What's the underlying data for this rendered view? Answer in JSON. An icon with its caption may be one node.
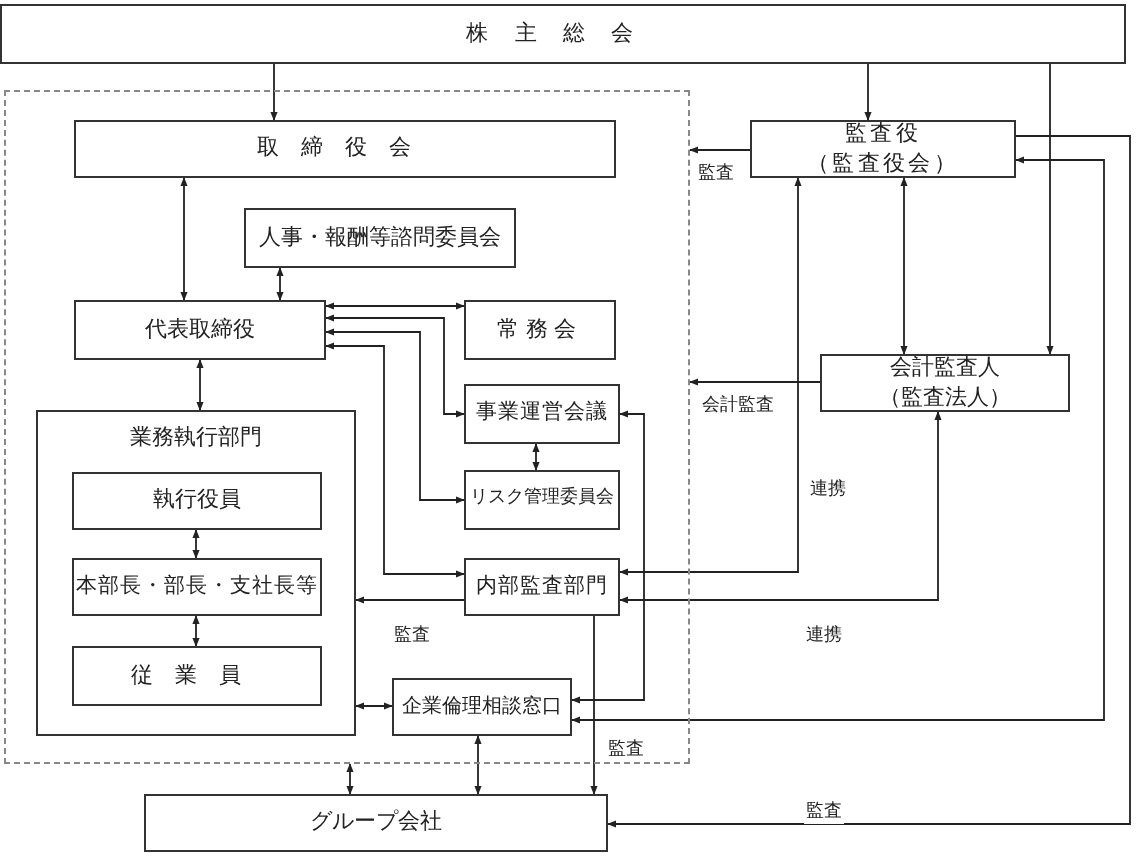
{
  "diagram": {
    "nodes": [
      {
        "text": [
          "株主総会"
        ]
      },
      {
        "text": [],
        "shape": "box"
      },
      {
        "text": [
          "取締役会"
        ],
        "in": 1
      },
      {
        "text": [
          "人事・報酬等諮問委員会"
        ],
        "in": 1
      },
      {
        "text": [
          "代表取締役"
        ],
        "in": 1
      },
      {
        "text": [
          "常務会"
        ],
        "in": 1
      },
      {
        "text": [
          "事業運営会議"
        ],
        "in": 1
      },
      {
        "text": [
          "リスク管理委員会"
        ],
        "in": 1
      },
      {
        "text": [
          "業務執行部門"
        ],
        "in": 1
      },
      {
        "text": [
          "執行役員"
        ],
        "in": 8
      },
      {
        "text": [
          "本部長・部長・支社長等"
        ],
        "in": 8
      },
      {
        "text": [
          "従業員"
        ],
        "in": 8
      },
      {
        "text": [
          "内部監査部門"
        ],
        "in": 1
      },
      {
        "text": [
          "企業倫理相談窓口"
        ],
        "in": 1
      },
      {
        "text": [
          "監査役",
          "（監査役会）"
        ]
      },
      {
        "text": [
          "会計監査人",
          "（監査法人）"
        ]
      },
      {
        "text": [
          "グループ会社"
        ]
      }
    ],
    "edges": [
      {
        "from": 0,
        "to": 2,
        "arrow": "to"
      },
      {
        "from": 0,
        "to": 14,
        "arrow": "to"
      },
      {
        "from": 0,
        "to": 15,
        "arrow": "to"
      },
      {
        "from": 2,
        "to": 4,
        "arrow": "both"
      },
      {
        "from": 3,
        "to": 4,
        "arrow": "both"
      },
      {
        "from": 4,
        "to": 5,
        "arrow": "both"
      },
      {
        "from": 4,
        "to": 6,
        "arrow": "both"
      },
      {
        "from": 4,
        "to": 7,
        "arrow": "both"
      },
      {
        "from": 4,
        "to": 12,
        "arrow": "both"
      },
      {
        "from": 4,
        "to": 8,
        "arrow": "both"
      },
      {
        "from": 6,
        "to": 7,
        "arrow": "both"
      },
      {
        "from": 9,
        "to": 10,
        "arrow": "both"
      },
      {
        "from": 10,
        "to": 11,
        "arrow": "both"
      },
      {
        "from": 8,
        "to": 13,
        "arrow": "both"
      },
      {
        "from": 12,
        "to": 8,
        "arrow": "to",
        "label": "監査"
      },
      {
        "from": 12,
        "to": 16,
        "arrow": "to",
        "label": "監査"
      },
      {
        "from": 13,
        "to": 16,
        "arrow": "both"
      },
      {
        "from": 1,
        "to": 16,
        "arrow": "both"
      },
      {
        "from": 14,
        "to": 1,
        "arrow": "to",
        "label": "監査"
      },
      {
        "from": 15,
        "to": 1,
        "arrow": "to",
        "label": "会計監査"
      },
      {
        "from": 12,
        "to": 14,
        "arrow": "both",
        "label": "連携"
      },
      {
        "from": 12,
        "to": 15,
        "arrow": "both",
        "label": "連携"
      },
      {
        "from": 14,
        "to": 15,
        "arrow": "both"
      },
      {
        "from": 6,
        "to": 13,
        "arrow": "both"
      },
      {
        "from": 14,
        "to": 13,
        "arrow": "both"
      },
      {
        "from": 14,
        "to": 16,
        "arrow": "to",
        "label": "監査"
      }
    ]
  }
}
